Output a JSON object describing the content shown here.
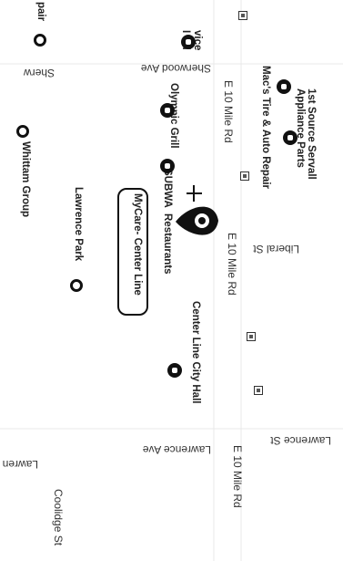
{
  "callout": {
    "label": "MyCare- Center Line"
  },
  "streets": {
    "sherwood_top": "Sherwood Ave",
    "sherwood_left": "Sherw",
    "e10_a": "E 10 Mile Rd",
    "e10_b": "E 10 Mile Rd",
    "e10_c": "E 10 Mile Rd",
    "liberal": "Liberal St",
    "lawrence_mid": "Lawrence Ave",
    "lawrence_right": "Lawrence St",
    "lawrence_left": "Lawren",
    "coolidge": "Coolidge St"
  },
  "places": {
    "pair": "pair",
    "vice_a": "vice",
    "vice_b": "I Oil",
    "macs": "Mac's Tire & Auto Repair",
    "first_source_a": "1st Source Servall",
    "first_source_b": "Appliance Parts",
    "olympic": "Olympic Grill",
    "whittam": "Whittam Group",
    "subway_a": "SUBWA",
    "subway_b": "Restaurants",
    "lawrence_park": "Lawrence Park",
    "city_hall": "Center Line City Hall"
  }
}
